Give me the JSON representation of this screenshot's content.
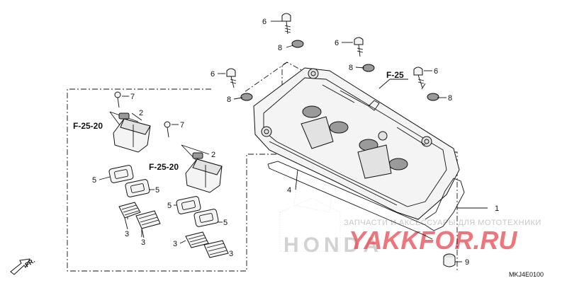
{
  "callouts": {
    "c1": "1",
    "c2a": "2",
    "c2b": "2",
    "c3a": "3",
    "c3b": "3",
    "c3c": "3",
    "c3d": "3",
    "c4": "4",
    "c5a": "5",
    "c5b": "5",
    "c5c": "5",
    "c5d": "5",
    "c6a": "6",
    "c6b": "6",
    "c6c": "6",
    "c6d": "6",
    "c7a": "7",
    "c7b": "7",
    "c8a": "8",
    "c8b": "8",
    "c8c": "8",
    "c8d": "8",
    "c9": "9"
  },
  "refs": {
    "r1": "F-25-20",
    "r2": "F-25-20",
    "r3": "F-25"
  },
  "front_label": "FR.",
  "diagram_code": "MKJ4E0100",
  "watermark": {
    "caption": "ЗАПЧАСТИ И АКСЕССУАРЫ ДЛЯ МОТОТЕХНИКИ",
    "logo": "YAKKFOR.RU",
    "brand": "HONDA",
    "colors": {
      "logo": "#e8474f",
      "caption": "#c7c7c7",
      "brand": "#d2d2d2"
    }
  }
}
